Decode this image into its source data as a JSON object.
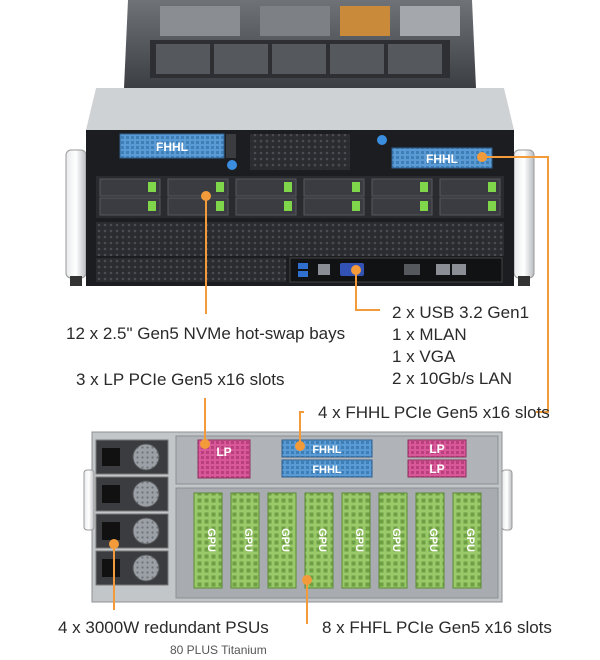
{
  "callouts": {
    "nvme_bays": "12 x 2.5\" Gen5 NVMe hot-swap bays",
    "lp_slots": "3 x LP PCIe Gen5 x16 slots",
    "io_ports": [
      "2 x USB 3.2 Gen1",
      "1 x MLAN",
      "1 x VGA",
      "2 x 10Gb/s LAN"
    ],
    "fhhl_slots": "4 x FHHL PCIe Gen5 x16 slots",
    "psus": "4 x 3000W redundant PSUs",
    "psu_rating": "80 PLUS Titanium",
    "fhfl_slots": "8 x FHFL PCIe Gen5 x16 slots"
  },
  "badges": {
    "fhhl": "FHHL",
    "lp": "LP",
    "gpu": "GPU"
  },
  "colors": {
    "callout_orange": "#f39a3a",
    "fhhl_blue": "#5a9bd5",
    "lp_pink": "#d9589a",
    "gpu_green": "#9ac96a",
    "chassis_dark": "#1c1d20",
    "chassis_gray": "#b9bcc0"
  }
}
